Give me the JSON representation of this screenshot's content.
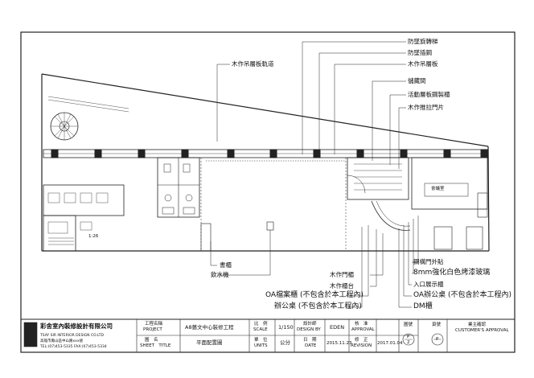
{
  "annotations": {
    "anti_theft_spiral_stair": "防墜旋轉梯",
    "anti_fall_cable": "防墜插鋼",
    "wood_hanging_shelf_top": "木作吊層板",
    "wood_hanging_shelf_track": "木作吊層板軌道",
    "storage_room": "儲藏間",
    "movable_shelf_storage": "活動層板鋼製櫃",
    "wood_sliding_door": "木作推拉門片",
    "cabinet": "書櫃",
    "water_dispenser": "飲水機",
    "wood_door_head": "木作門楣",
    "wood_counter": "木作櫃台",
    "oa_file_cabinet": "OA檔案櫃 (不包含於本工程內)",
    "office_desk": "辦公桌 (不包含於本工程內)",
    "gate_outer_sticker": "鋼構門外貼",
    "tempered_glass": "8mm強化白色烤漆玻璃",
    "entrance_display": "入口展示櫃",
    "oa_office_chair": "OA辦公桌 (不包含於本工程內)",
    "dm_rack": "DM櫃"
  },
  "plan_labels": {
    "stair_level": "1:26",
    "room_label": "會議室"
  },
  "title_block": {
    "company_cn": "彩舍室內裝修設計有限公司",
    "company_en": "TSAY SIR INTERIOR DESIGN CO.LTD",
    "company_addr": "高雄市鳳山區中山路xxx號",
    "company_tel": "TEL:(07)453-5335  FAX:(07)453-5334",
    "project_cn": "工程名稱",
    "project_en": "PROJECT",
    "project_value": "A8藝文中心裝修工程",
    "sheet_cn": "圖　名",
    "sheet_en": "SHEET　TITLE",
    "sheet_value": "平面配置圖",
    "scale_cn": "比　例",
    "scale_en": "SCALE",
    "scale_value": "1/150",
    "units_cn": "單　位",
    "units_en": "UNITS",
    "units_value": "公分",
    "design_cn": "設計師",
    "design_en": "DESIGN BY",
    "design_value": "EDEN",
    "date_cn": "日　期",
    "date_en": "DATE",
    "date_value": "2015.11.23",
    "approval_cn": "核　准",
    "approval_en": "APPROVAL",
    "revision_cn": "修　正",
    "revision_en": "REVISION",
    "revision_value": "2017.01.04",
    "sheet_no_cn": "圖號",
    "sheet_no_value": "P",
    "sheet_no_sub": "2",
    "page_cn": "頁號",
    "page_value": "P",
    "customer_cn": "業主確認",
    "customer_en": "CUSTOMER'S APPROVAL"
  }
}
